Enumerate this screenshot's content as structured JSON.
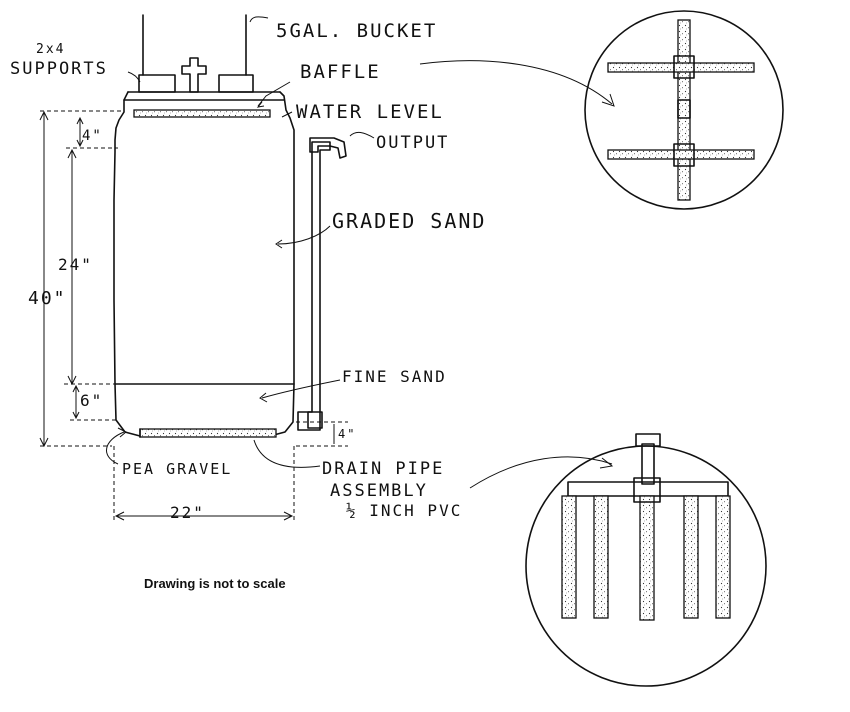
{
  "labels": {
    "bucket": "5GAL. BUCKET",
    "supports_line1": "2x4",
    "supports_line2": "SUPPORTS",
    "baffle": "BAFFLE",
    "water_level": "WATER LEVEL",
    "output": "OUTPUT",
    "graded_sand": "GRADED SAND",
    "fine_sand": "FINE SAND",
    "pea_gravel": "PEA GRAVEL",
    "drain_line1": "DRAIN PIPE",
    "drain_line2": "ASSEMBLY",
    "drain_line3": "½ INCH PVC"
  },
  "dimensions": {
    "top_gap": "4\"",
    "graded_depth": "24\"",
    "fine_depth": "6\"",
    "total_height": "40\"",
    "gravel_depth": "4\"",
    "width": "22\""
  },
  "note": "Drawing is not to scale"
}
